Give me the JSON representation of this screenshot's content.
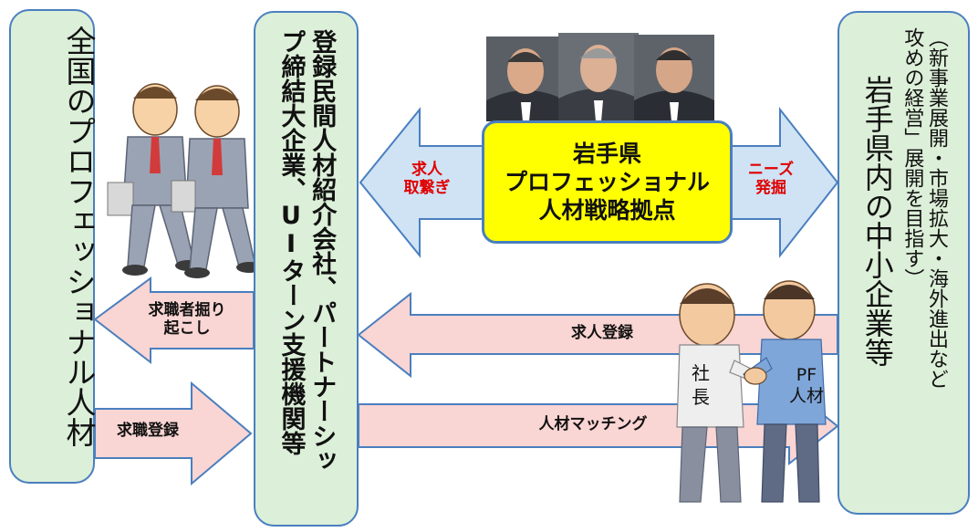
{
  "boxes": {
    "left": "全国のプロフェッショナル人材",
    "center_line1": "登録民間人材紹介会社、パートナーシッ",
    "center_line2": "プ締結大企業、UIターン支援機関等",
    "right_main": "岩手県内の中小企業等",
    "right_sub_line1": "（新事業展開・市場拡大・海外進出など",
    "right_sub_line2": "攻めの経営」展開を目指す）"
  },
  "hub": {
    "label": "岩手県\nプロフェッショナル\n人材戦略拠点"
  },
  "arrows": {
    "left_blue": "求人\n取繋ぎ",
    "right_blue": "ニーズ\n発掘",
    "to_candidates": "求職者掘り\n起こし",
    "registration": "求職登録",
    "job_posting": "求人登録",
    "matching": "人材マッチング"
  },
  "people": {
    "president": "社\n長",
    "pf_talent": "PF\n人材"
  },
  "colors": {
    "box_fill": "#dcefd8",
    "box_border": "#4a7fbf",
    "hub_fill": "#ffff00",
    "blue_arrow": "#cfe3f5",
    "pink_arrow": "#f9d5d3",
    "red_text": "#e00000"
  }
}
